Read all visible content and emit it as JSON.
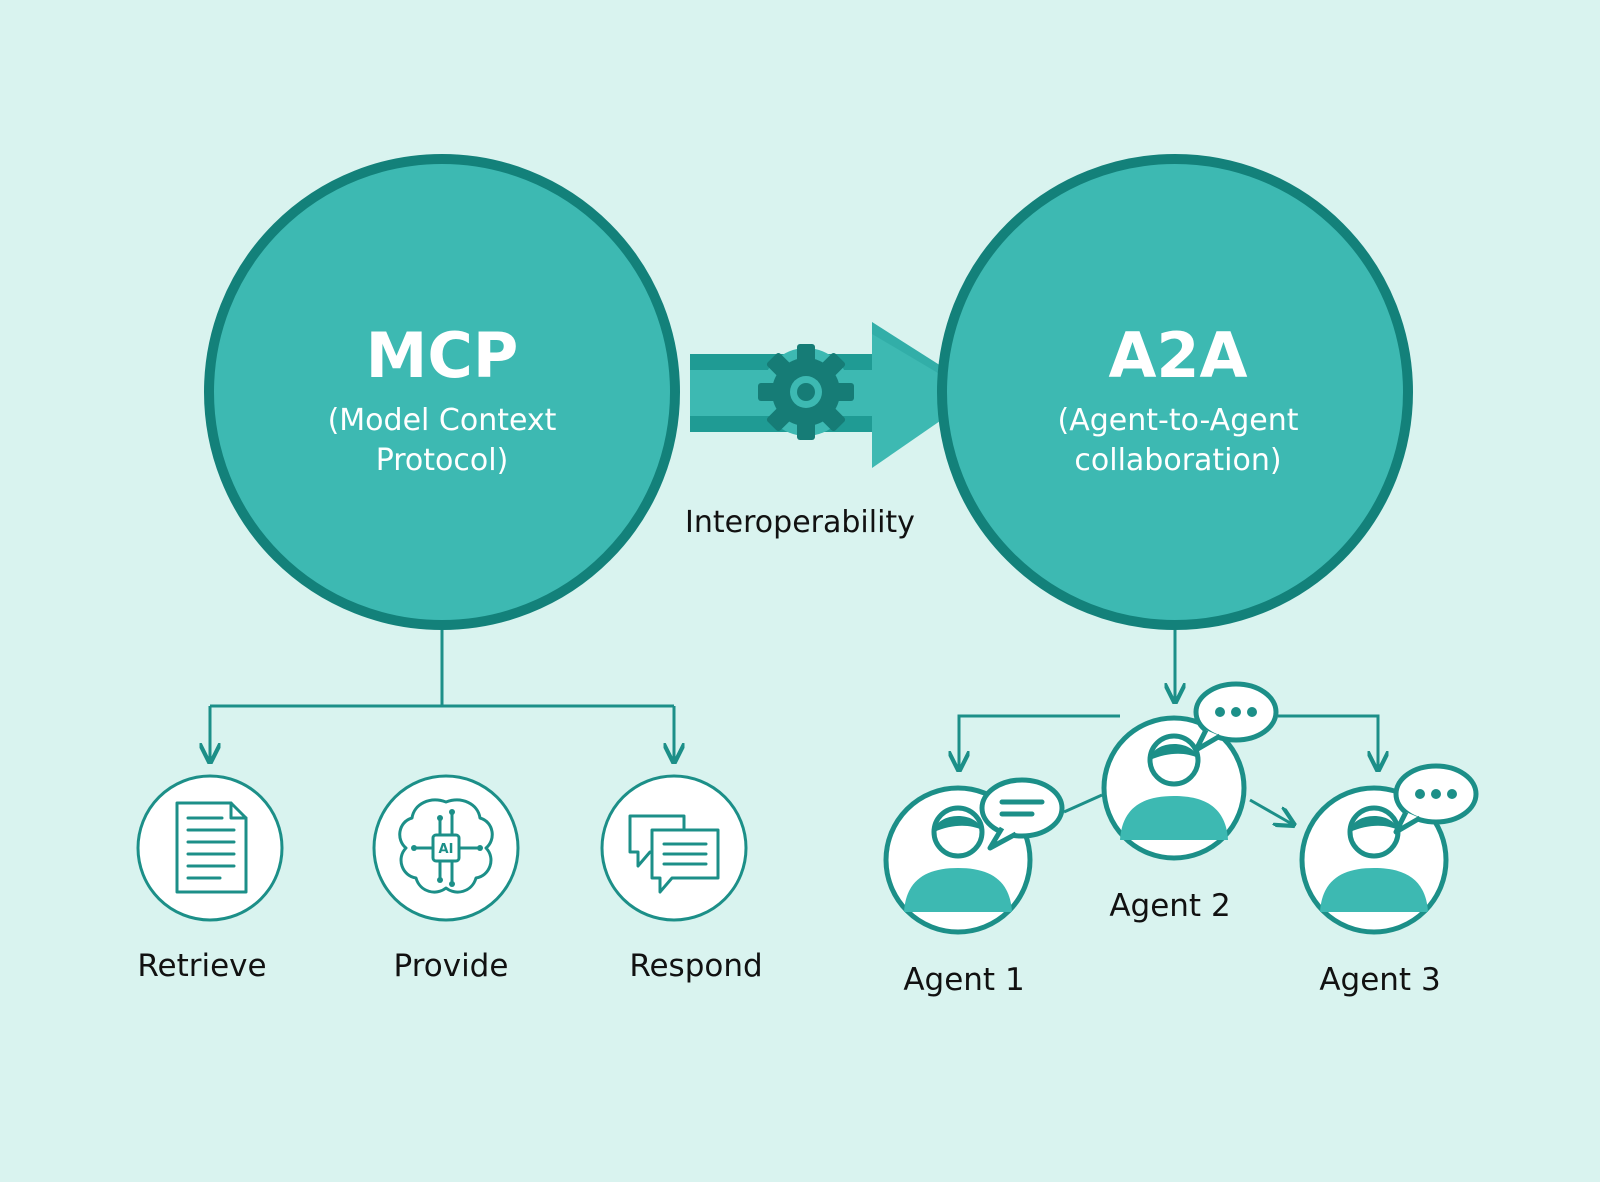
{
  "colors": {
    "background": "#d9f3ef",
    "circle_fill": "#3db9b2",
    "circle_border": "#13817a",
    "teal_dark": "#1c8f88",
    "text_dark": "#111111",
    "text_light": "#ffffff"
  },
  "mcp": {
    "title": "MCP",
    "subtitle_line1": "(Model Context",
    "subtitle_line2": "Protocol)"
  },
  "a2a": {
    "title": "A2A",
    "subtitle_line1": "(Agent-to-Agent",
    "subtitle_line2": "collaboration)"
  },
  "connector": {
    "label": "Interoperability",
    "icon": "gear-icon"
  },
  "mcp_children": [
    {
      "label": "Retrieve",
      "icon": "document-icon"
    },
    {
      "label": "Provide",
      "icon": "ai-brain-icon"
    },
    {
      "label": "Respond",
      "icon": "chat-bubbles-icon"
    }
  ],
  "agents": [
    {
      "label": "Agent 1",
      "icon": "user-avatar-icon",
      "bubble": "message-lines-icon"
    },
    {
      "label": "Agent 2",
      "icon": "user-avatar-icon",
      "bubble": "typing-dots-icon"
    },
    {
      "label": "Agent 3",
      "icon": "user-avatar-icon",
      "bubble": "typing-dots-icon"
    }
  ],
  "ai_chip_text": "AI"
}
